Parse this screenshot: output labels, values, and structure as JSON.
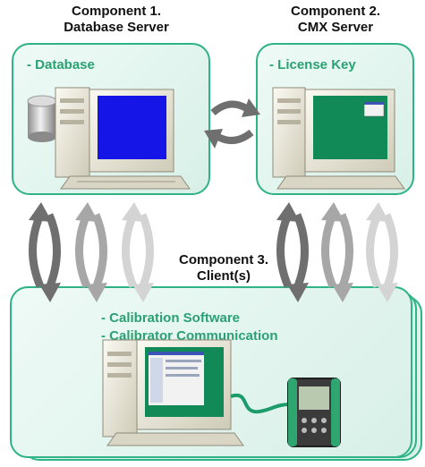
{
  "components": {
    "database_server": {
      "title_line1": "Component 1.",
      "title_line2": "Database Server",
      "label": "- Database"
    },
    "cmx_server": {
      "title_line1": "Component 2.",
      "title_line2": "CMX Server",
      "label": "- License Key"
    },
    "clients": {
      "title_line1": "Component 3.",
      "title_line2": "Client(s)",
      "label_line1": "- Calibration Software",
      "label_line2": "- Calibrator Communication"
    }
  },
  "colors": {
    "accent": "#2aa173",
    "box_border": "#2db385",
    "db_screen": "#1515e8",
    "cmx_screen": "#128a57",
    "arrow_dark": "#6f6f6f",
    "arrow_light": "#c4c4c4"
  },
  "icons": [
    "database-cylinder-icon",
    "desktop-computer-icon",
    "sync-arrows-icon",
    "calibrator-device-icon",
    "cable-icon"
  ]
}
